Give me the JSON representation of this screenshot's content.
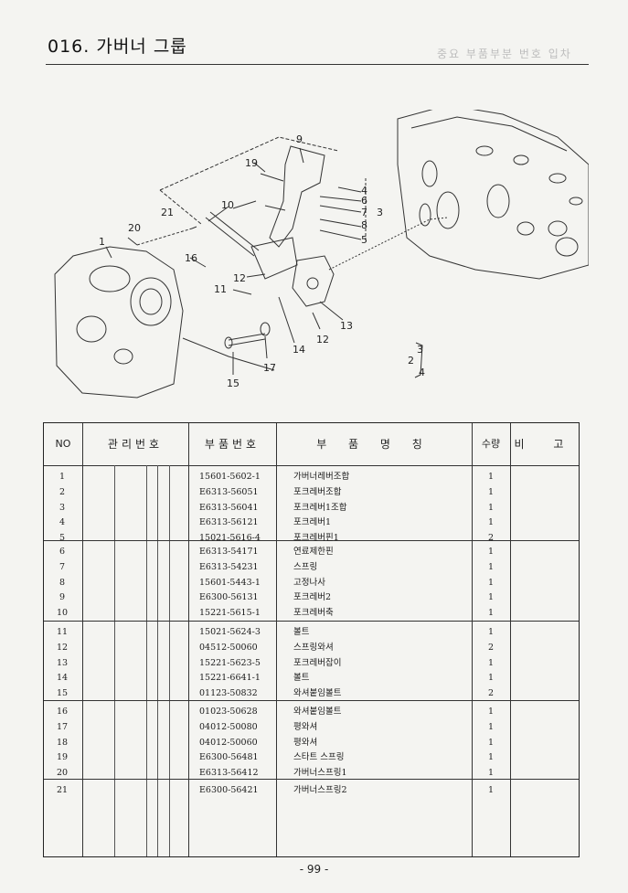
{
  "header": {
    "title": "016. 가버너 그룹",
    "faded_reference": "중요  부품부분  번호  입차"
  },
  "diagram": {
    "callouts": [
      {
        "label": "1"
      },
      {
        "label": "20"
      },
      {
        "label": "21"
      },
      {
        "label": "10"
      },
      {
        "label": "19"
      },
      {
        "label": "9"
      },
      {
        "label": "4"
      },
      {
        "label": "6"
      },
      {
        "label": "7"
      },
      {
        "label": "3"
      },
      {
        "label": "8"
      },
      {
        "label": "5"
      },
      {
        "label": "16"
      },
      {
        "label": "12"
      },
      {
        "label": "11"
      },
      {
        "label": "13"
      },
      {
        "label": "12"
      },
      {
        "label": "14"
      },
      {
        "label": "17"
      },
      {
        "label": "15"
      },
      {
        "label": "3"
      },
      {
        "label": "2"
      },
      {
        "label": "4"
      }
    ]
  },
  "table": {
    "headers": {
      "no": "NO",
      "mgmt": "관리번호",
      "part_no": "부품번호",
      "name": "부 품 명 칭",
      "qty": "수량",
      "remark": "비 고"
    },
    "rows": [
      {
        "no": "1",
        "part_no": "15601-5602-1",
        "name": "가버너레버조합",
        "qty": "1"
      },
      {
        "no": "2",
        "part_no": "E6313-56051",
        "name": "포크레버조합",
        "qty": "1"
      },
      {
        "no": "3",
        "part_no": "E6313-56041",
        "name": "포크레버1조합",
        "qty": "1"
      },
      {
        "no": "4",
        "part_no": "E6313-56121",
        "name": "포크레버1",
        "qty": "1"
      },
      {
        "no": "5",
        "part_no": "15021-5616-4",
        "name": "포크레버핀1",
        "qty": "2"
      },
      {
        "no": "6",
        "part_no": "E6313-54171",
        "name": "연료제한핀",
        "qty": "1"
      },
      {
        "no": "7",
        "part_no": "E6313-54231",
        "name": "스프링",
        "qty": "1"
      },
      {
        "no": "8",
        "part_no": "15601-5443-1",
        "name": "고정나사",
        "qty": "1"
      },
      {
        "no": "9",
        "part_no": "E6300-56131",
        "name": "포크레버2",
        "qty": "1"
      },
      {
        "no": "10",
        "part_no": "15221-5615-1",
        "name": "포크레버축",
        "qty": "1"
      },
      {
        "no": "11",
        "part_no": "15021-5624-3",
        "name": "볼트",
        "qty": "1"
      },
      {
        "no": "12",
        "part_no": "04512-50060",
        "name": "스프링와셔",
        "qty": "2"
      },
      {
        "no": "13",
        "part_no": "15221-5623-5",
        "name": "포크레버잡이",
        "qty": "1"
      },
      {
        "no": "14",
        "part_no": "15221-6641-1",
        "name": "볼트",
        "qty": "1"
      },
      {
        "no": "15",
        "part_no": "01123-50832",
        "name": "와셔붙임볼트",
        "qty": "2"
      },
      {
        "no": "16",
        "part_no": "01023-50628",
        "name": "와셔붙임볼트",
        "qty": "1"
      },
      {
        "no": "17",
        "part_no": "04012-50080",
        "name": "평와셔",
        "qty": "1"
      },
      {
        "no": "18",
        "part_no": "04012-50060",
        "name": "평와셔",
        "qty": "1"
      },
      {
        "no": "19",
        "part_no": "E6300-56481",
        "name": "스타트 스프링",
        "qty": "1"
      },
      {
        "no": "20",
        "part_no": "E6313-56412",
        "name": "가버너스프링1",
        "qty": "1"
      },
      {
        "no": "21",
        "part_no": "E6300-56421",
        "name": "가버너스프링2",
        "qty": "1"
      }
    ]
  },
  "footer": {
    "page_number": "- 99 -"
  }
}
